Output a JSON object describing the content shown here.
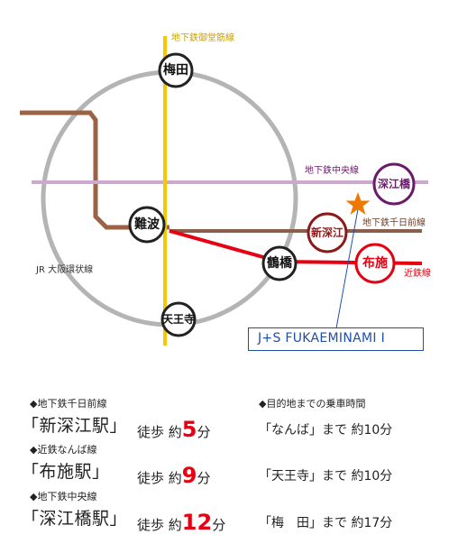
{
  "lines": {
    "midosuji": "地下鉄御堂筋線",
    "chuo": "地下鉄中央線",
    "sennichimae": "地下鉄千日前線",
    "kintetsu": "近鉄線",
    "loop": "JR 大阪環状線"
  },
  "stations": {
    "umeda": "梅田",
    "namba": "難波",
    "tennoji": "天王寺",
    "tsuruhashi": "鶴橋",
    "shinfukae": "新深江",
    "fuse": "布施",
    "fukaebashi": "深江橋"
  },
  "callout": "J+S FUKAEMINAMI Ⅰ",
  "access": [
    {
      "line": "◆地下鉄千日前線",
      "station": "「新深江駅」",
      "walk_prefix": "徒歩 約",
      "minutes": "5",
      "unit": "分"
    },
    {
      "line": "◆近鉄なんば線",
      "station": "「布施駅」",
      "walk_prefix": "徒歩 約",
      "minutes": "9",
      "unit": "分"
    },
    {
      "line": "◆地下鉄中央線",
      "station": "「深江橋駅」",
      "walk_prefix": "徒歩 約",
      "minutes": "12",
      "unit": "分"
    }
  ],
  "ride_heading": "◆目的地までの乗車時間",
  "rides": [
    "「なんば」まで 約10分",
    "「天王寺」まで 約10分",
    "「梅　田」まで 約17分"
  ],
  "colors": {
    "loop": "#b4b4b4",
    "midosuji": "#f5c800",
    "chuo": "#cfa8cf",
    "sennichimae": "#8b5e4a",
    "kintetsu": "#e60012",
    "jr_brown": "#9b6244",
    "purple": "#6a1b6a",
    "maroon": "#8b1a1a",
    "star": "#f07800",
    "callout": "#1f4fa8"
  }
}
